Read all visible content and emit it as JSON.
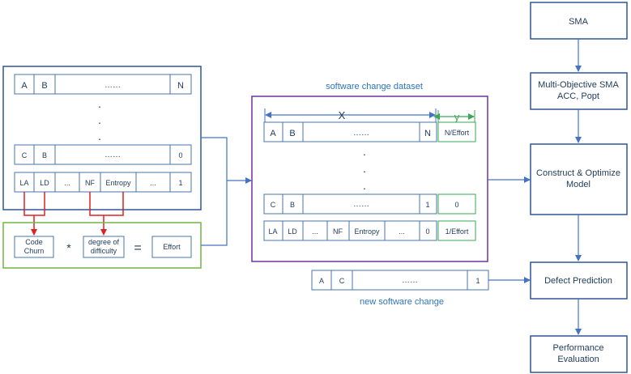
{
  "left_matrix": {
    "row1": [
      "A",
      "B",
      "……",
      "N"
    ],
    "row2": [
      "C",
      "B",
      "……",
      "0"
    ],
    "row3": [
      "LA",
      "LD",
      "...",
      "NF",
      "Entropy",
      "...",
      "1"
    ]
  },
  "formula": {
    "code_churn": [
      "Code",
      "Churn"
    ],
    "times": "*",
    "difficulty": [
      "degree of",
      "difficulty"
    ],
    "equals": "=",
    "effort": "Effort"
  },
  "dataset": {
    "title": "software change dataset",
    "x_label": "X",
    "y_label": "y",
    "row1": [
      "A",
      "B",
      "……",
      "N",
      "N/Effort"
    ],
    "row2": [
      "C",
      "B",
      "……",
      "1",
      "0"
    ],
    "row3": [
      "LA",
      "LD",
      "...",
      "NF",
      "Entropy",
      "...",
      "0",
      "1/Effort"
    ]
  },
  "new_change": {
    "cells": [
      "A",
      "C",
      "……",
      "1"
    ],
    "label": "new software change"
  },
  "pipeline": {
    "sma": "SMA",
    "mosma": [
      "Multi-Objective SMA",
      "ACC, Popt"
    ],
    "construct": [
      "Construct & Optimize",
      "Model"
    ],
    "defect": "Defect Prediction",
    "perf": [
      "Performance",
      "Evaluation"
    ]
  },
  "dots": "."
}
